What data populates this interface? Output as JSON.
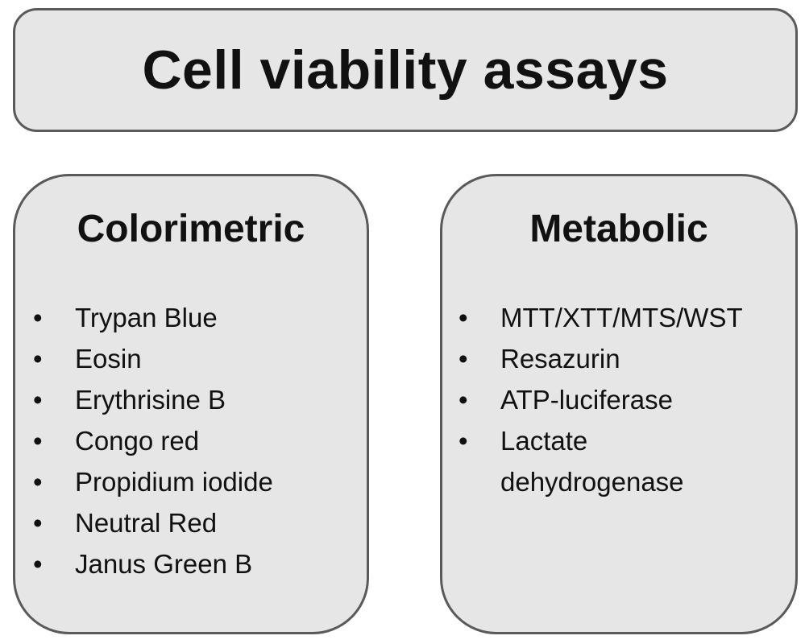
{
  "title": "Cell viability assays",
  "colorimetric": {
    "heading": "Colorimetric",
    "items": [
      "Trypan Blue",
      "Eosin",
      "Erythrisine B",
      "Congo red",
      "Propidium iodide",
      "Neutral Red",
      "Janus Green B"
    ]
  },
  "metabolic": {
    "heading": "Metabolic",
    "items": [
      "MTT/XTT/MTS/WST",
      "Resazurin",
      "ATP-luciferase",
      "Lactate dehydrogenase"
    ]
  },
  "bullet_symbol": "•",
  "colors": {
    "box_fill": "#e6e6e6",
    "box_border": "#5a5a5a",
    "text": "#111111"
  }
}
